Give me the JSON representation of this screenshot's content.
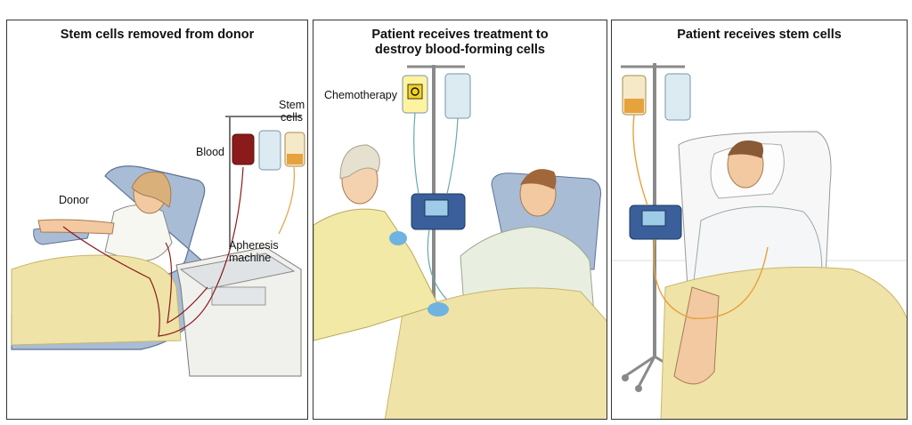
{
  "panels": [
    {
      "title": "Stem cells removed from donor",
      "labels": {
        "donor": "Donor",
        "blood": "Blood",
        "stem_cells_line1": "Stem",
        "stem_cells_line2": "cells",
        "apheresis_line1": "Apheresis",
        "apheresis_line2": "machine"
      }
    },
    {
      "title_line1": "Patient receives treatment to",
      "title_line2": "destroy blood-forming cells",
      "labels": {
        "chemotherapy": "Chemotherapy"
      }
    },
    {
      "title": "Patient receives stem cells"
    }
  ],
  "colors": {
    "border": "#333333",
    "blanket": "#efe3a8",
    "chair": "#9fb3cf",
    "blood": "#8b1a1a",
    "stem_cells": "#e6a23c",
    "iv_bag": "#dceaf2",
    "pump": "#3a5f9a",
    "gown": "#e9efe0"
  },
  "icons": [
    "iv-bag-icon",
    "biohazard-icon",
    "infusion-pump-icon",
    "iv-pole-icon"
  ]
}
